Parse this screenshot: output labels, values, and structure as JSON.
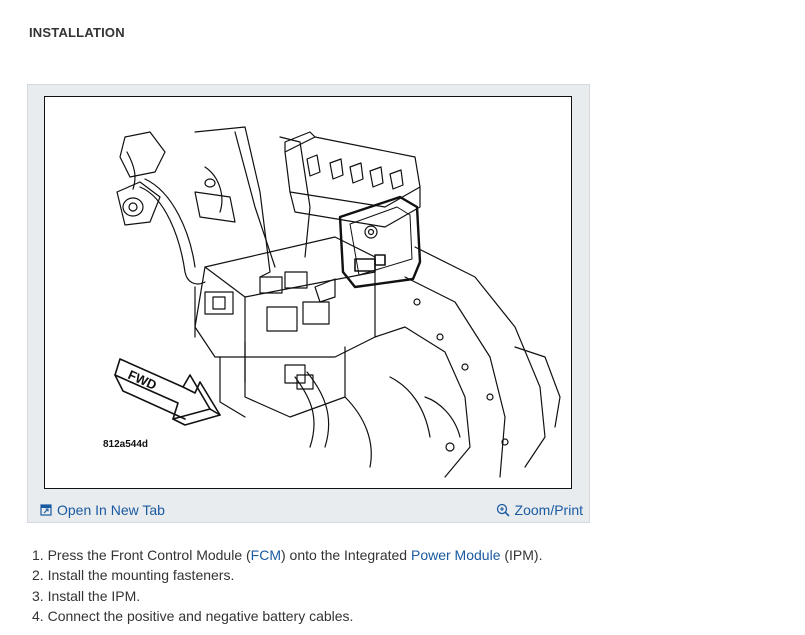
{
  "section": {
    "heading": "INSTALLATION"
  },
  "figure": {
    "id_label": "812a544d",
    "fwd_label": "FWD",
    "open_tab_label": "Open In New Tab",
    "zoom_label": "Zoom/Print"
  },
  "steps": [
    {
      "num": "1.",
      "a": "Press the Front Control Module (",
      "link1": "FCM",
      "b": ") onto the Integrated ",
      "link2": "Power Module",
      "c": " (IPM)."
    },
    {
      "num": "2.",
      "text": "Install the mounting fasteners."
    },
    {
      "num": "3.",
      "text": "Install the IPM."
    },
    {
      "num": "4.",
      "text": "Connect the positive and negative battery cables."
    }
  ],
  "colors": {
    "link": "#1a5aa0",
    "text": "#333333",
    "figure_bg": "#e9ecef"
  }
}
